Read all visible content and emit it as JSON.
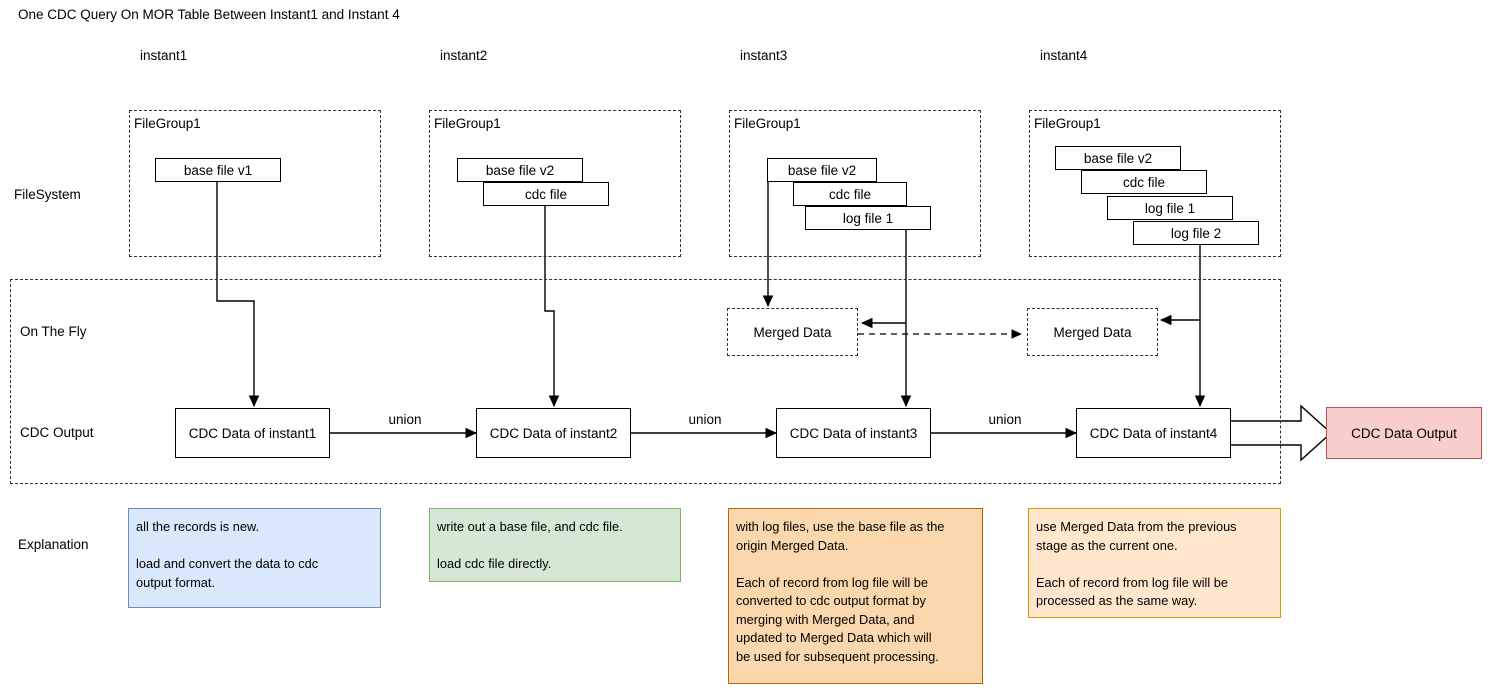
{
  "title": "One CDC Query On MOR Table Between Instant1 and Instant 4",
  "column_labels": [
    {
      "label": "instant1"
    },
    {
      "label": "instant2"
    },
    {
      "label": "instant3"
    },
    {
      "label": "instant4"
    }
  ],
  "row_labels": {
    "filesystem": "FileSystem",
    "on_the_fly": "On The Fly",
    "cdc_output": "CDC Output",
    "explanation": "Explanation"
  },
  "filegroups": [
    {
      "title": "FileGroup1",
      "files": [
        "base file v1"
      ]
    },
    {
      "title": "FileGroup1",
      "files": [
        "base file v2",
        "cdc file"
      ]
    },
    {
      "title": "FileGroup1",
      "files": [
        "base file v2",
        "cdc file",
        "log file 1"
      ]
    },
    {
      "title": "FileGroup1",
      "files": [
        "base file v2",
        "cdc file",
        "log file 1",
        "log file 2"
      ]
    }
  ],
  "merged_data": [
    {
      "label": "Merged Data"
    },
    {
      "label": "Merged Data"
    }
  ],
  "cdc_data_boxes": [
    {
      "label": "CDC Data of instant1"
    },
    {
      "label": "CDC Data of instant2"
    },
    {
      "label": "CDC Data of instant3"
    },
    {
      "label": "CDC Data of instant4"
    }
  ],
  "union_labels": [
    "union",
    "union",
    "union"
  ],
  "output": {
    "label": "CDC Data Output",
    "fill": "#f8cecc",
    "stroke": "#b85450"
  },
  "explanations": [
    {
      "text": "all the records is new.\n\nload and convert the data to cdc\noutput format.",
      "fill": "#dae8fc",
      "stroke": "#6c8ebf"
    },
    {
      "text": "write out a base file, and cdc file.\n\nload cdc file directly.",
      "fill": "#d5e8d4",
      "stroke": "#82b366"
    },
    {
      "text": "with log files, use the base file as the\norigin Merged Data.\n\nEach of record from log file will be\nconverted to cdc output format by\nmerging with Merged Data, and\nupdated to Merged Data which will\nbe used for subsequent processing.",
      "fill": "#fad7ac",
      "stroke": "#b46504"
    },
    {
      "text": "use Merged Data from the previous\nstage as the current one.\n\nEach of record from log file will be\nprocessed as the same way.",
      "fill": "#ffe6cc",
      "stroke": "#d79b00"
    }
  ],
  "colors": {
    "line": "#000000",
    "dashed_border": "#2f2f2f",
    "background": "#ffffff"
  }
}
